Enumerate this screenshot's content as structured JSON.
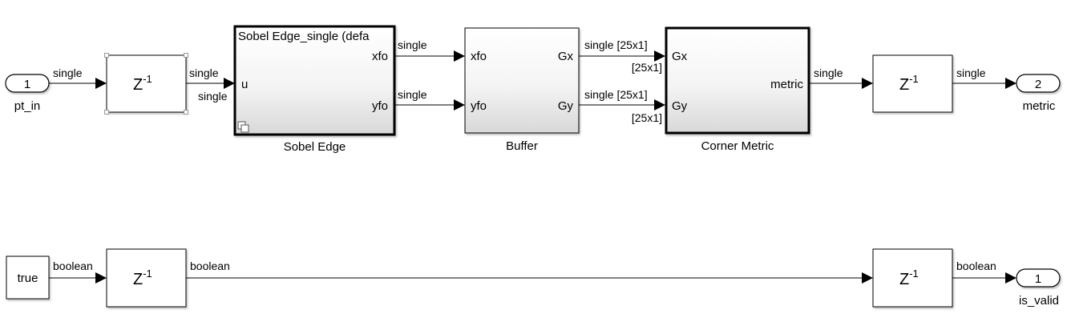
{
  "diagram": {
    "type": "simulink-model",
    "inports": [
      {
        "number": "1",
        "name": "pt_in"
      }
    ],
    "outports": [
      {
        "number": "2",
        "name": "metric"
      },
      {
        "number": "1",
        "name": "is_valid"
      }
    ],
    "constants": [
      {
        "value": "true"
      }
    ],
    "delays": {
      "label_base": "Z",
      "label_exp": "-1"
    },
    "sobel": {
      "name": "Sobel Edge",
      "header": "Sobel Edge_single (defa",
      "in_ports": [
        "u"
      ],
      "out_ports": [
        "xfo",
        "yfo"
      ]
    },
    "buffer": {
      "name": "Buffer",
      "in_ports": [
        "xfo",
        "yfo"
      ],
      "out_ports": [
        "Gx",
        "Gy"
      ]
    },
    "corner": {
      "name": "Corner Metric",
      "in_ports": [
        "Gx",
        "Gy"
      ],
      "out_ports": [
        "metric"
      ]
    },
    "signals": {
      "pt_in_to_delay": "single",
      "delay_out_type": "single",
      "sobel_in_type": "single",
      "xfo": "single",
      "yfo": "single",
      "gx_top": "single [25x1]",
      "gx_bottom": "[25x1]",
      "gy_top": "single [25x1]",
      "gy_bottom": "[25x1]",
      "metric_to_delay": "single",
      "delay_to_out": "single",
      "true_to_delay": "boolean",
      "delay_to_delay": "boolean",
      "delay_to_valid": "boolean"
    }
  }
}
